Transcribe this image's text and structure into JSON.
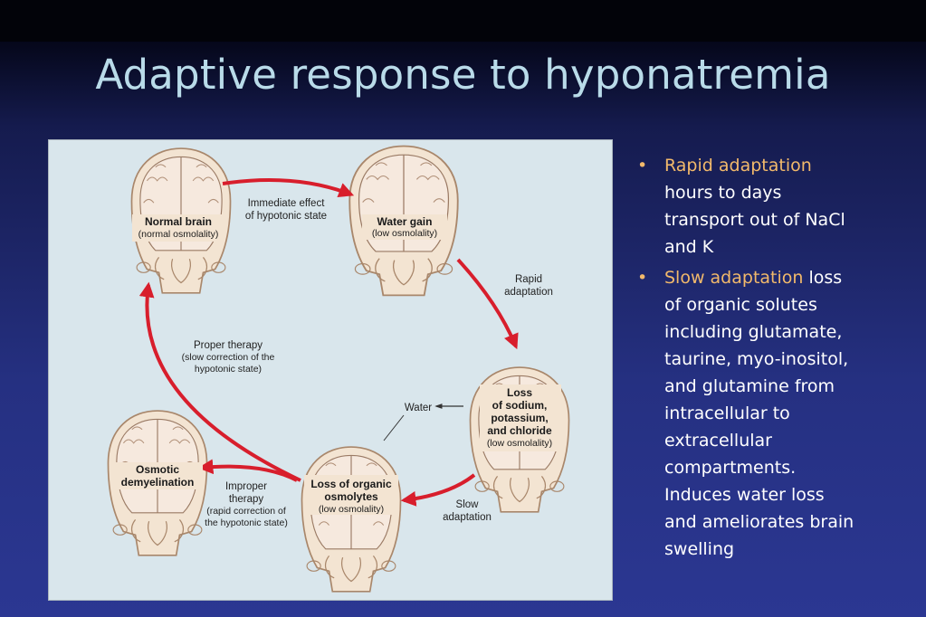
{
  "slide": {
    "title": "Adaptive response to hyponatremia"
  },
  "figure": {
    "nodes": {
      "normal": [
        "Normal brain",
        "(normal osmolality)"
      ],
      "water_gain": [
        "Water gain",
        "(low osmolality)"
      ],
      "loss_ions": [
        "Loss",
        "of sodium,",
        "potassium,",
        "and chloride",
        "(low osmolality)"
      ],
      "loss_organic": [
        "Loss of organic",
        "osmolytes",
        "(low osmolality)"
      ],
      "osmotic": [
        "Osmotic",
        "demyelination"
      ]
    },
    "edges": {
      "immediate": [
        "Immediate effect",
        "of hypotonic state"
      ],
      "rapid": [
        "Rapid",
        "adaptation"
      ],
      "slow": [
        "Slow",
        "adaptation"
      ],
      "water": "Water",
      "proper": [
        "Proper therapy",
        "(slow correction of the",
        "hypotonic state)"
      ],
      "improper": [
        "Improper",
        "therapy",
        "(rapid correction of",
        "the hypotonic state)"
      ]
    }
  },
  "bullets": [
    {
      "accent": "Rapid adaptation",
      "lines": [
        "hours to days",
        "transport out of NaCl",
        "and K"
      ]
    },
    {
      "accent": "Slow adaptation",
      "accent_tail": " loss",
      "lines": [
        "of organic solutes",
        "including glutamate,",
        "taurine, myo-inositol,",
        "and glutamine from",
        "intracellular to",
        "extracellular",
        "compartments.",
        "Induces water loss",
        "and ameliorates brain",
        "swelling"
      ]
    }
  ],
  "colors": {
    "accent": "#f2b96b",
    "arrow": "#d81e2c",
    "title": "#b9dbe9"
  }
}
